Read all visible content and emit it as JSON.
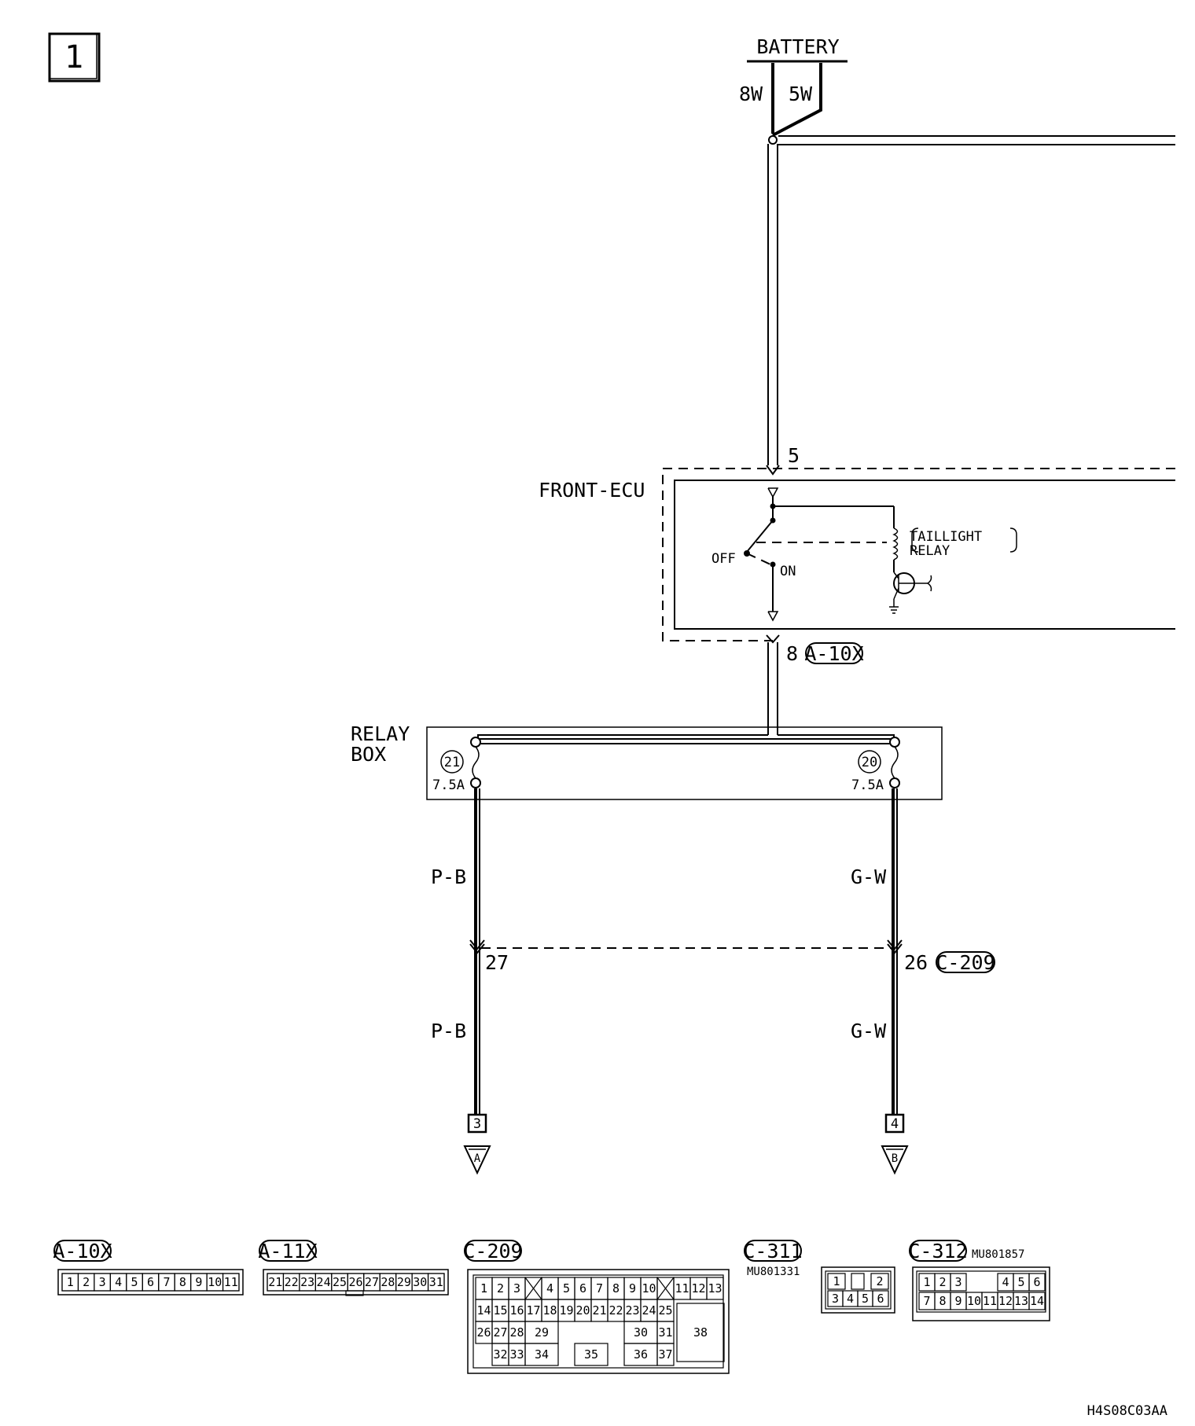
{
  "page_badge": "1",
  "battery": {
    "label": "BATTERY",
    "wire_left": "8W",
    "wire_right": "5W"
  },
  "front_ecu": {
    "label": "FRONT-ECU",
    "pin_in": "5",
    "pin_out": "8",
    "connector": "A-10X",
    "relay_label_1": "TAILLIGHT",
    "relay_label_2": "RELAY",
    "switch_off": "OFF",
    "switch_on": "ON"
  },
  "relay_box": {
    "label_1": "RELAY",
    "label_2": "BOX",
    "fuse_left": {
      "number": "21",
      "rating": "7.5A"
    },
    "fuse_right": {
      "number": "20",
      "rating": "7.5A"
    }
  },
  "wires": {
    "left_color_top": "P-B",
    "right_color_top": "G-W",
    "left_color_bottom": "P-B",
    "right_color_bottom": "G-W",
    "left_pin": "27",
    "right_pin": "26",
    "junction_connector": "C-209",
    "left_terminal": "3",
    "right_terminal": "4",
    "left_ref": "A",
    "right_ref": "B"
  },
  "connectors": [
    {
      "name": "A-10X",
      "part": "",
      "pins": [
        "1",
        "2",
        "3",
        "4",
        "5",
        "6",
        "7",
        "8",
        "9",
        "10",
        "11"
      ]
    },
    {
      "name": "A-11X",
      "part": "",
      "pins": [
        "21",
        "22",
        "23",
        "24",
        "25",
        "26",
        "27",
        "28",
        "29",
        "30",
        "31"
      ]
    },
    {
      "name": "C-209",
      "part": "",
      "row1": [
        "1",
        "2",
        "3",
        "4",
        "5",
        "6",
        "7",
        "8",
        "9",
        "10",
        "11",
        "12",
        "13"
      ],
      "row2": [
        "14",
        "15",
        "16",
        "17",
        "18",
        "19",
        "20",
        "21",
        "22",
        "23",
        "24",
        "25"
      ],
      "row3": [
        "26",
        "27",
        "28",
        "29",
        "30",
        "31"
      ],
      "row4": [
        "32",
        "33",
        "34",
        "35",
        "36",
        "37"
      ],
      "big": "38"
    },
    {
      "name": "C-311",
      "part": "MU801331",
      "pins": [
        "1",
        "2",
        "3",
        "4",
        "5",
        "6"
      ]
    },
    {
      "name": "C-312",
      "part": "MU801857",
      "row1": [
        "1",
        "2",
        "3",
        "4",
        "5",
        "6"
      ],
      "row2": [
        "7",
        "8",
        "9",
        "10",
        "11",
        "12",
        "13",
        "14"
      ]
    }
  ],
  "footer_code": "H4S08C03AA"
}
